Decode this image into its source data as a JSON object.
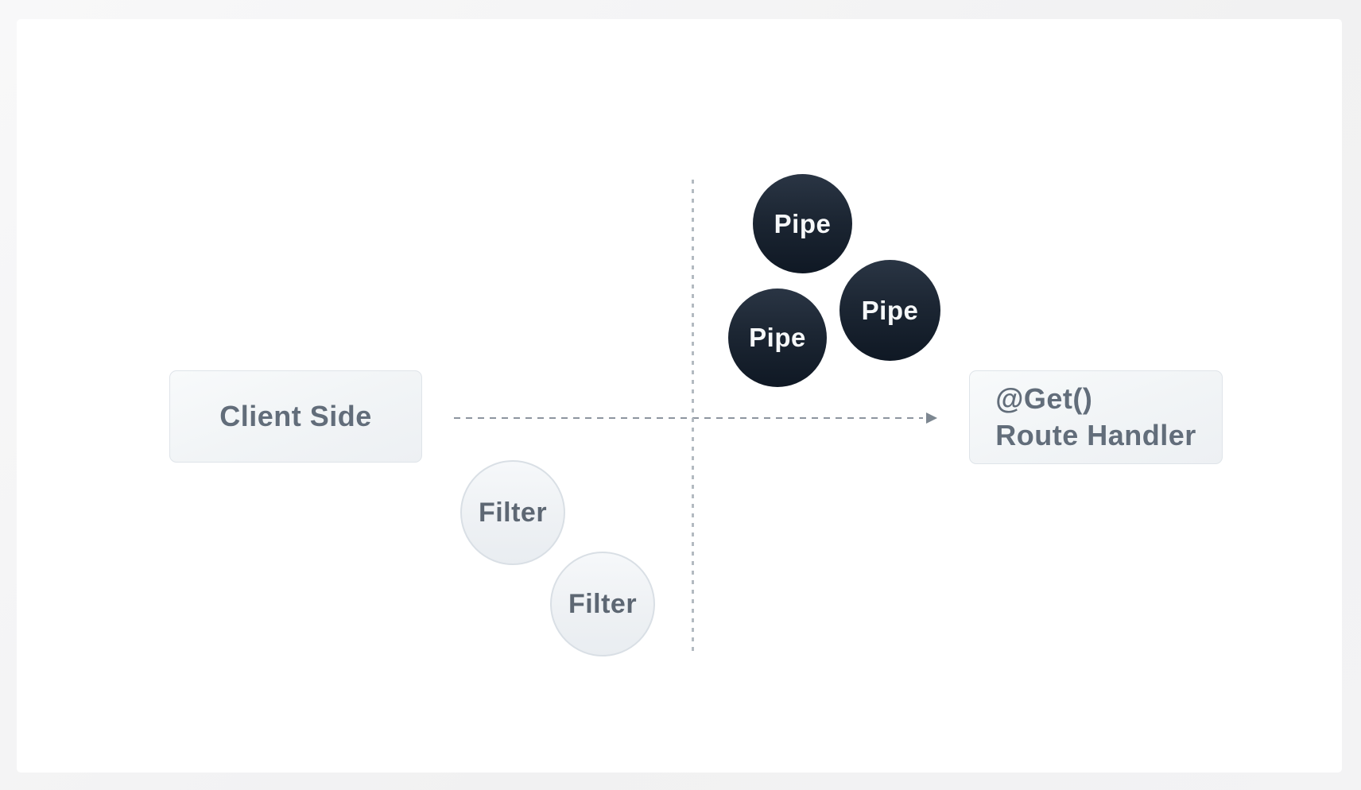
{
  "diagram": {
    "client_box": {
      "label": "Client Side"
    },
    "route_box": {
      "line1": "@Get()",
      "line2": "Route Handler"
    },
    "pipes": [
      {
        "label": "Pipe"
      },
      {
        "label": "Pipe"
      },
      {
        "label": "Pipe"
      }
    ],
    "filters": [
      {
        "label": "Filter"
      },
      {
        "label": "Filter"
      }
    ],
    "colors": {
      "page_background": "#f2f2f3",
      "card_background": "#ffffff",
      "node_border": "#dfe4e9",
      "node_background": "#f1f4f6",
      "node_text": "#626d7a",
      "pipe_circle_top": "#2a3544",
      "pipe_circle_bottom": "#0f1824",
      "pipe_text": "#f6f8f9",
      "filter_border": "#d9dfe5",
      "filter_text": "#5d6773",
      "arrow_line": "#8d959f",
      "arrow_head": "#7d8791",
      "boundary_line": "#b3bac1"
    }
  }
}
